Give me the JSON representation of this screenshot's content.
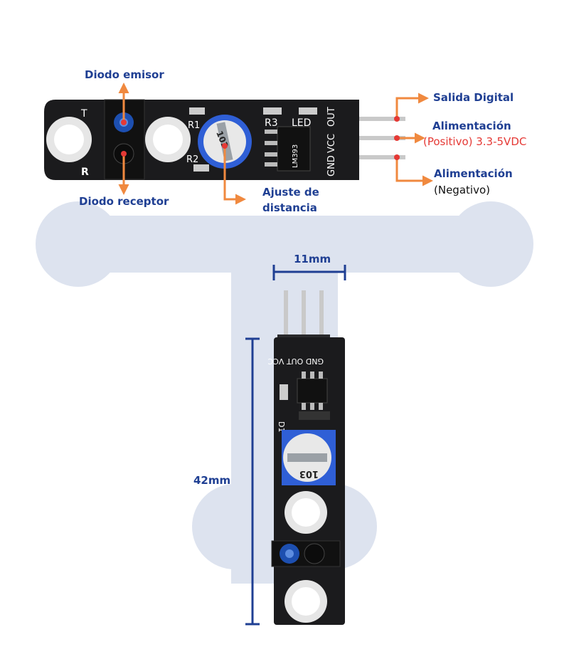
{
  "labels": {
    "emitter": "Diodo emisor",
    "receiver": "Diodo receptor",
    "distance_line1": "Ajuste de",
    "distance_line2": "distancia",
    "digital_out": "Salida Digital",
    "vcc_title": "Alimentación",
    "vcc_detail": "(Positivo) 3.3-5VDC",
    "gnd_title": "Alimentación",
    "gnd_detail": "(Negativo)"
  },
  "dimensions": {
    "width": "11mm",
    "length": "42mm"
  },
  "board_top": {
    "silk_T": "T",
    "silk_R": "R",
    "silk_R1": "R1",
    "silk_R2": "R2",
    "silk_R3": "R3",
    "silk_LED": "LED",
    "silk_OUT": "OUT",
    "silk_VCC": "VCC",
    "silk_GND": "GND",
    "chip": "LM393",
    "pot": "103"
  },
  "board_side": {
    "pins": "GND OUT VCC",
    "silk_D1": "D1",
    "pot": "103"
  },
  "colors": {
    "brand_blue": "#1f3f93",
    "accent_orange": "#f0893f",
    "marker_red": "#e53935",
    "pcb": "#1b1b1d",
    "watermark": "#dde3ef"
  }
}
